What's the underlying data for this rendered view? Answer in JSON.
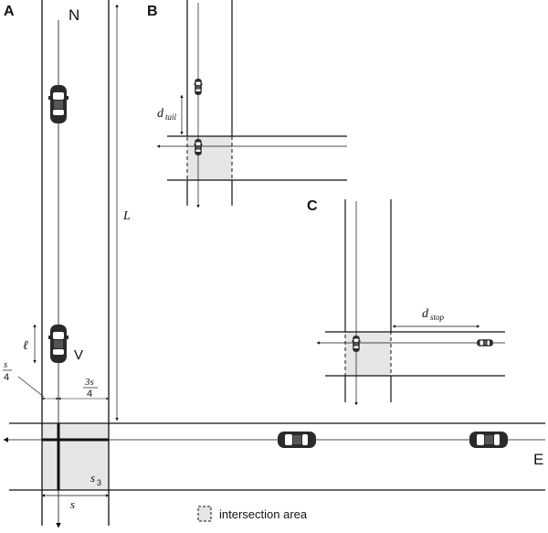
{
  "panels": {
    "a": "A",
    "b": "B",
    "c": "C"
  },
  "direction_labels": {
    "north": "N",
    "east": "E",
    "vehicle": "V"
  },
  "dimension_labels": {
    "L": "L",
    "ell": "ℓ",
    "quarter_num": "s",
    "quarter_den": "4",
    "three_quarter_num": "3s",
    "three_quarter_den": "4",
    "s": "s",
    "s3_base": "s",
    "s3_sub": "3"
  },
  "panel_b": {
    "d_base": "d",
    "d_sub": "tail"
  },
  "panel_c": {
    "d_base": "d",
    "d_sub": "stop"
  },
  "legend": {
    "label": "intersection area"
  },
  "colors": {
    "intersection_fill": "#e6e6e6",
    "road_line": "#111111",
    "car_body": "#2a2a2a"
  }
}
